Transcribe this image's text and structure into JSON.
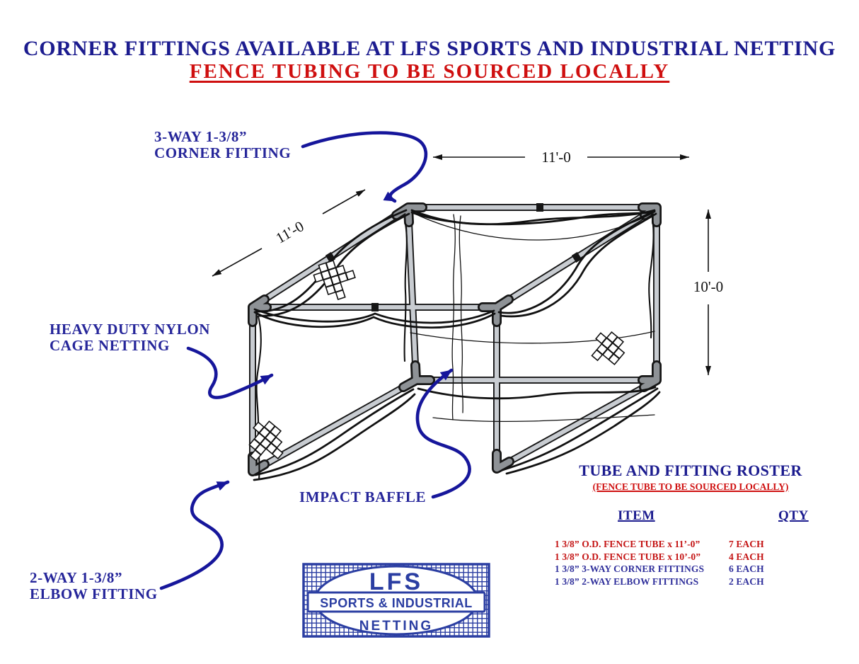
{
  "title": {
    "line1": "CORNER FITTINGS AVAILABLE AT LFS SPORTS AND INDUSTRIAL NETTING",
    "line2": "FENCE TUBING TO BE SOURCED LOCALLY"
  },
  "callouts": {
    "corner_fitting_line1": "3-WAY 1-3/8”",
    "corner_fitting_line2": "CORNER FITTING",
    "netting_line1": "HEAVY DUTY NYLON",
    "netting_line2": "CAGE NETTING",
    "impact_baffle": "IMPACT BAFFLE",
    "elbow_fitting_line1": "2-WAY 1-3/8”",
    "elbow_fitting_line2": "ELBOW FITTING"
  },
  "dimensions": {
    "top_width": "11'-0",
    "left_depth": "11'-0",
    "right_height": "10'-0"
  },
  "roster": {
    "title": "TUBE AND FITTING ROSTER",
    "subtitle": "(FENCE TUBE TO BE SOURCED LOCALLY)",
    "col_item": "ITEM",
    "col_qty": "QTY",
    "rows": [
      {
        "item": "1 3/8” O.D. FENCE TUBE x 11’-0”",
        "qty": "7 EACH",
        "tone": "red"
      },
      {
        "item": "1 3/8” O.D. FENCE TUBE x 10’-0”",
        "qty": "4 EACH",
        "tone": "red"
      },
      {
        "item": "1 3/8” 3-WAY CORNER FITTINGS",
        "qty": "6 EACH",
        "tone": "navy"
      },
      {
        "item": "1 3/8” 2-WAY ELBOW FITTINGS",
        "qty": "2 EACH",
        "tone": "navy"
      }
    ]
  },
  "logo": {
    "name": "LFS",
    "middle": "SPORTS & INDUSTRIAL",
    "bottom": "NETTING"
  },
  "colors": {
    "navy_text": "#1c1c8f",
    "red_text": "#cf0f0f",
    "callout_navy": "#26269a",
    "arrow_navy": "#16169b",
    "logo_blue": "#2b3ea2",
    "tube_gray": "#c8ccd1",
    "fitting_gray": "#8e9296"
  }
}
